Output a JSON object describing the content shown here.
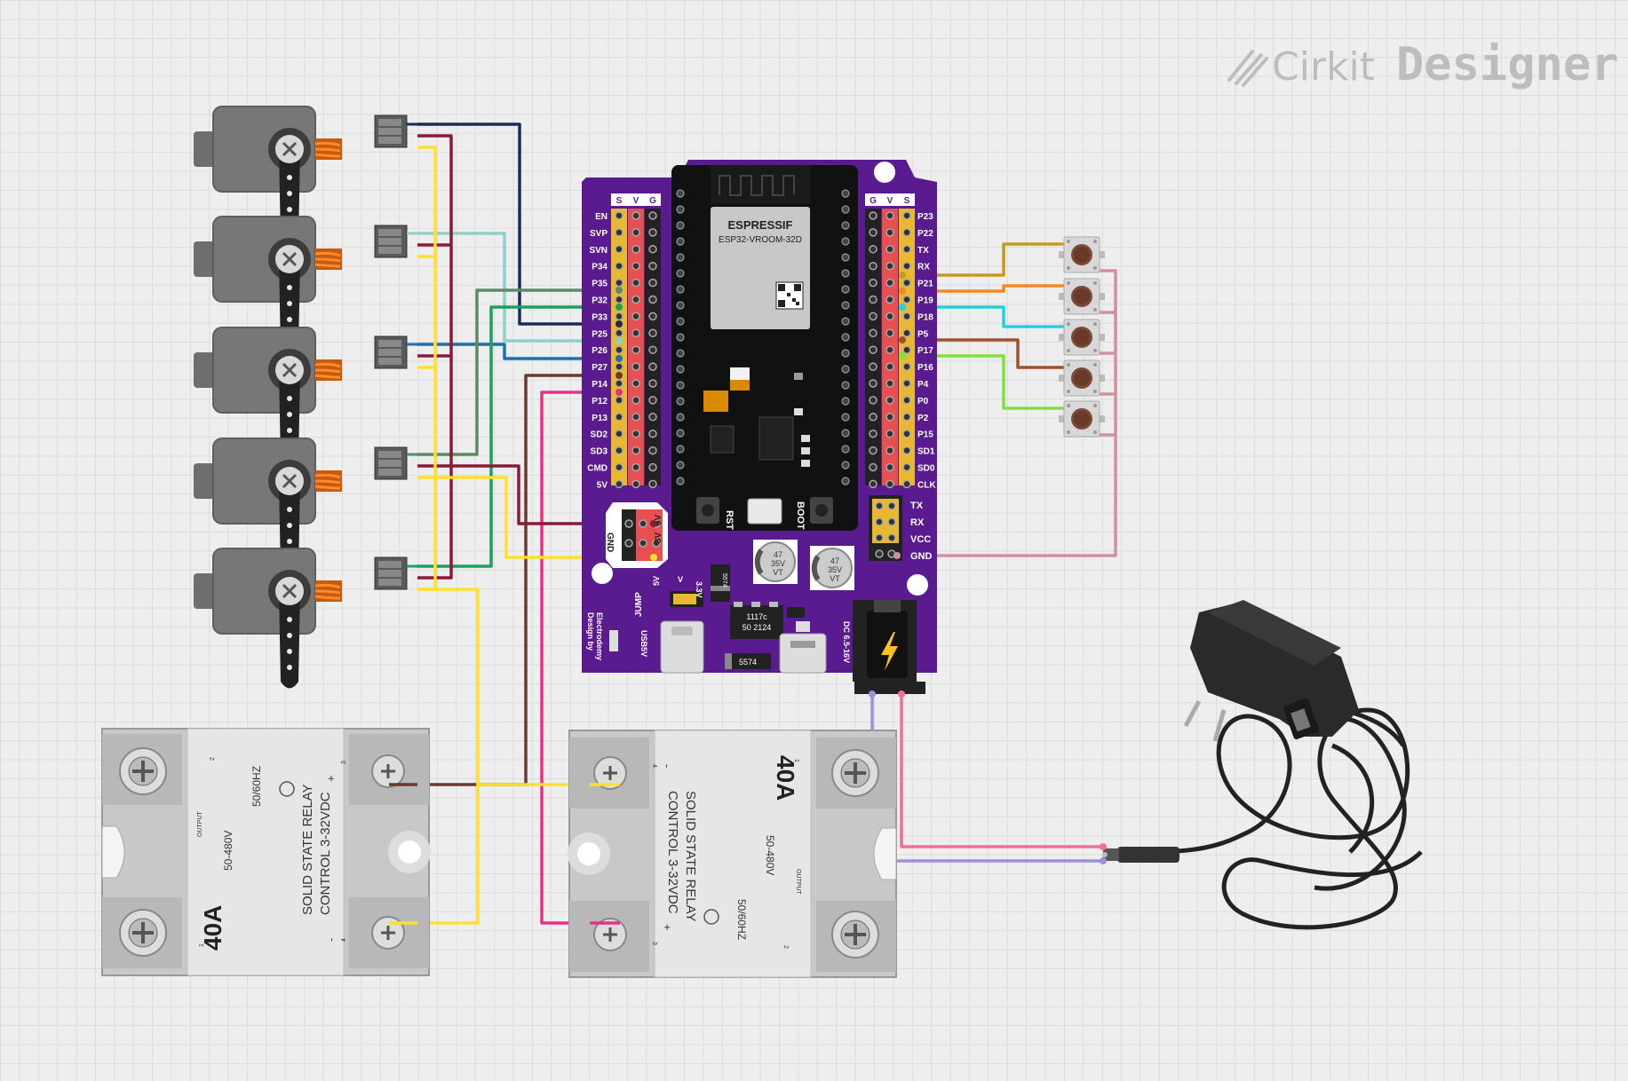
{
  "brand": {
    "name_light": "Cirkit",
    "name_bold": "Designer"
  },
  "board": {
    "module_maker": "ESPRESSIF",
    "module_model": "ESP32-VROOM-32D",
    "header_left_cols": [
      "S",
      "V",
      "G"
    ],
    "header_right_cols": [
      "G",
      "V",
      "S"
    ],
    "left_pins": [
      "EN",
      "SVP",
      "SVN",
      "P34",
      "P35",
      "P32",
      "P33",
      "P25",
      "P26",
      "P27",
      "P14",
      "P12",
      "P13",
      "SD2",
      "SD3",
      "CMD",
      "5V"
    ],
    "right_pins": [
      "P23",
      "P22",
      "TX",
      "RX",
      "P21",
      "P19",
      "P18",
      "P5",
      "P17",
      "P16",
      "P4",
      "P0",
      "P2",
      "P15",
      "SD1",
      "SD0",
      "CLK"
    ],
    "serial_pins": [
      "TX",
      "RX",
      "VCC",
      "GND"
    ],
    "power_header": [
      "GND",
      "3V",
      "5V"
    ],
    "buttons": [
      "RST",
      "BOOT"
    ],
    "jumper_labels": [
      "5V",
      "V",
      "3.3V",
      "JUMP"
    ],
    "cap_label": "47\n35V",
    "cap_line1": "47",
    "cap_line2": "35V",
    "cap_line3": "VT",
    "regulator": "1117c\n50 2124",
    "reg_line1": "1117c",
    "reg_line2": "50 2124",
    "diode": "5574",
    "usb_label": "USB5V",
    "dc_label": "DC 6.5-16V",
    "credit_line1": "Design by",
    "credit_line2": "Electrodemy"
  },
  "relay": {
    "rating": "40A",
    "title": "SOLID STATE RELAY",
    "control": "CONTROL 3-32VDC",
    "output_v": "50-480V",
    "output_hz": "50/60HZ",
    "output_label": "OUTPUT",
    "terminal_plus": "+",
    "terminal_minus": "-",
    "term_1": "1",
    "term_2": "2",
    "term_3": "3",
    "term_4": "4"
  },
  "components": {
    "servos": 5,
    "push_buttons": 5,
    "relays": 2,
    "power_adapter": 1
  },
  "wire_colors": {
    "navy": "#1a2a5a",
    "maroon": "#8b1a3a",
    "yellow": "#ffe030",
    "light_teal": "#8fd0cc",
    "blue": "#1a70b0",
    "grey_green": "#5f8a6a",
    "green": "#1aa060",
    "brown": "#6b3a2a",
    "pink": "#e8308a",
    "gold": "#c49a20",
    "orange": "#f08a20",
    "cyan": "#20d0e0",
    "sienna": "#a05030",
    "lime": "#80e040",
    "rose": "#d090a0",
    "lavender": "#9a90e0",
    "salmon": "#f07090",
    "board_purple": "#5a1a90"
  }
}
